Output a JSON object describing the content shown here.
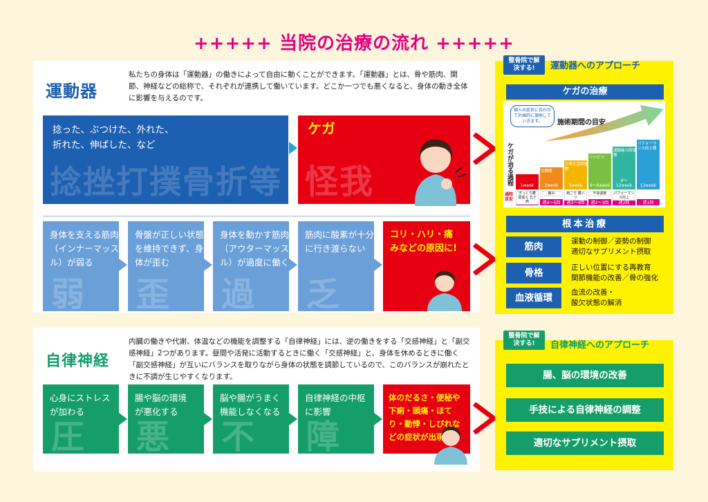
{
  "title": "+++++ 当院の治療の流れ +++++",
  "sec1": {
    "label": "運動器",
    "desc": "私たちの身体は「運動器」の働きによって自由に動くことができます。「運動器」とは、骨や筋肉、関節、神経などの総称で、それぞれが連携して働いています。どこか一つでも悪くなると、身体の動き全体に影響を与えるのです。",
    "box1_line1": "捻った、ぶつけた、外れた、",
    "box1_line2": "折れた、伸ばした、など",
    "box1_bg": "捻挫打撲骨折等",
    "box2_title": "ケガ",
    "box2_bg": "怪我",
    "chips": [
      {
        "text": "身体を支える筋肉（インナーマッスル）が弱る",
        "bg": "弱"
      },
      {
        "text": "骨盤が正しい状態を維持できず、身体が歪む",
        "bg": "歪"
      },
      {
        "text": "身体を動かす筋肉（アウターマッスル）が過度に働く",
        "bg": "過"
      },
      {
        "text": "筋肉に酸素が十分に行き渡らない",
        "bg": "乏"
      },
      {
        "text": "コリ・ハリ・痛みなどの原因に!",
        "bg": ""
      }
    ]
  },
  "sec2": {
    "label": "自律神経",
    "desc": "内臓の働きや代謝、体温などの機能を調整する「自律神経」には、逆の働きをする「交感神経」と「副交感神経」2つがあります。昼間や活発に活動するときに働く「交感神経」と、身体を休めるときに働く「副交感神経」が互いにバランスを取りながら身体の状態を調節しているので、このバランスが崩れたときに不調が生じやすくなります。",
    "chips": [
      {
        "text": "心身にストレスが加わる",
        "bg": "圧"
      },
      {
        "text": "腸や脳の環境が悪化する",
        "bg": "悪"
      },
      {
        "text": "脳や腸がうまく機能しなくなる",
        "bg": "不"
      },
      {
        "text": "自律神経の中枢に影響",
        "bg": "障"
      },
      {
        "text": "体のだるさ・便秘や下痢・頭痛・ほてり・動悸・しびれなどの症状が出現",
        "bg": ""
      }
    ]
  },
  "right1": {
    "tag": "整骨院で解決する!",
    "heading": "運動器へのアプローチ",
    "bar1": "ケガの治療",
    "chart_bubble": "個人の症状に合わせて計画的に施術していきます。",
    "chart_title": "施術期間の目安",
    "chart_side": "ケガが治る過程",
    "chart_stages": [
      "安静期",
      "日常生活回復期",
      "リハビリ",
      "運動能力回復期",
      "パフォーマンス向上期"
    ],
    "chart_labels": [
      "ぎっくり腰 寝違え 五十肩",
      "痛み",
      "肩こり 腰ハリ",
      "不良姿勢",
      "パフォーマンス向上"
    ],
    "chart_weeks": [
      "1week",
      "2week",
      "3week",
      "4〜6week",
      "6〜12week",
      "12week"
    ],
    "chart_axis": "通院目安",
    "chart_axis_vals": [
      "毎日",
      "週4〜5回",
      "週3〜4回",
      "週2〜3回",
      "週2回",
      "週1回"
    ],
    "bar2": "根本治療",
    "rows": [
      {
        "k": "筋肉",
        "v1": "運動の制御／姿勢の制御",
        "v2": "適切なサプリメント摂取"
      },
      {
        "k": "骨格",
        "v1": "正しい位置にする再教育",
        "v2": "関節機能の改善／骨の強化"
      },
      {
        "k": "血液循環",
        "v1": "血流の改善・",
        "v2": "酸欠状態の解消"
      }
    ]
  },
  "right2": {
    "tag": "整骨院で解決する!",
    "heading": "自律神経へのアプローチ",
    "items": [
      "腸、脳の環境の改善",
      "手技による自律神経の調整",
      "適切なサプリメント摂取"
    ]
  },
  "colors": {
    "blue": "#1d5fb0",
    "lightblue": "#6a9fd8",
    "red": "#e60012",
    "green": "#159e6a",
    "yellow": "#fff200",
    "pink": "#e4007f"
  }
}
